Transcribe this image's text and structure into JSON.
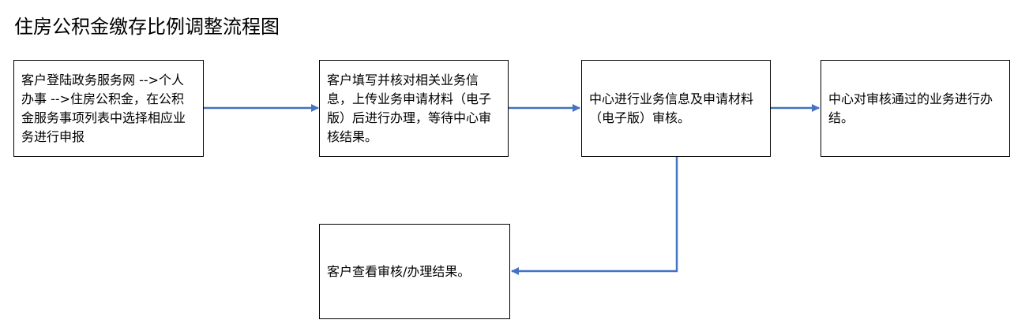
{
  "title": "住房公积金缴存比例调整流程图",
  "colors": {
    "connector": "#4472C4",
    "box_border": "#000000",
    "text": "#000000"
  },
  "steps": [
    {
      "text": "客户登陆政务服务网 -->个人办事 -->住房公积金，在公积金服务事项列表中选择相应业务进行申报"
    },
    {
      "text": "客户填写并核对相关业务信息，上传业务申请材料（电子版）后进行办理，等待中心审核结果。"
    },
    {
      "text": "中心进行业务信息及申请材料（电子版）审核。"
    },
    {
      "text": "中心对审核通过的业务进行办结。"
    },
    {
      "text": "客户查看审核/办理结果。"
    }
  ],
  "flow": [
    {
      "from": 0,
      "to": 1
    },
    {
      "from": 1,
      "to": 2
    },
    {
      "from": 2,
      "to": 3
    },
    {
      "from": 2,
      "to": 4
    }
  ]
}
